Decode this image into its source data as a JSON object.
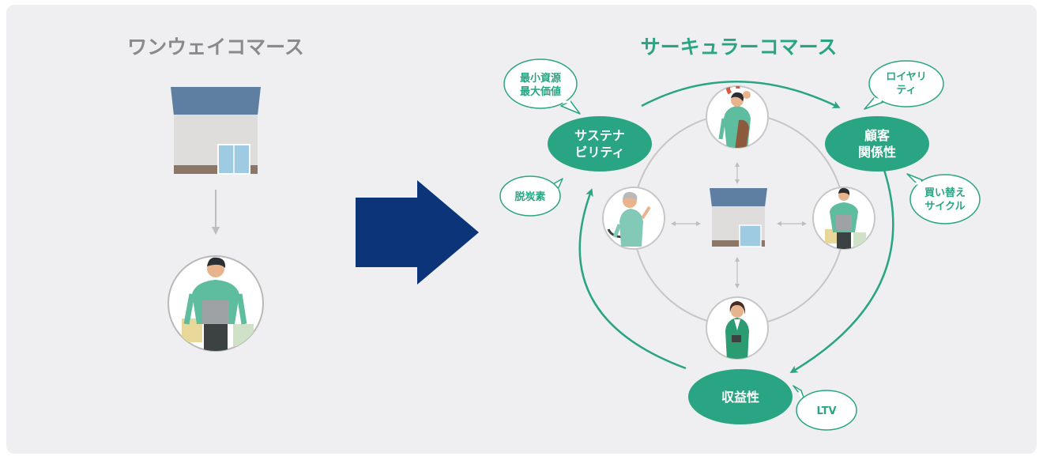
{
  "colors": {
    "background": "#efeff1",
    "accent": "#2aa584",
    "navy": "#0c3478",
    "title_gray": "#8a8a8a",
    "line_gray": "#bdbdbd",
    "bubble_border": "#2aa584"
  },
  "left": {
    "title": "ワンウェイコマース"
  },
  "right": {
    "title": "サーキュラーコマース",
    "nodes": {
      "sustainability": [
        "サステナ",
        "ビリティ"
      ],
      "customer": [
        "顧客",
        "関係性"
      ],
      "profit": [
        "収益性"
      ]
    },
    "bubbles": {
      "resource": [
        "最小資源",
        "最大価値"
      ],
      "decarbon": [
        "脱炭素"
      ],
      "loyalty": [
        "ロイヤリ",
        "ティ"
      ],
      "replace": [
        "買い替え",
        "サイクル"
      ],
      "ltv": [
        "LTV"
      ]
    }
  },
  "icons": {
    "store": "store-icon",
    "shopper": "shopper-icon",
    "arrow": "right-arrow-icon",
    "elderly": "elderly-person-icon",
    "family": "family-icon",
    "staff": "staff-woman-icon"
  }
}
